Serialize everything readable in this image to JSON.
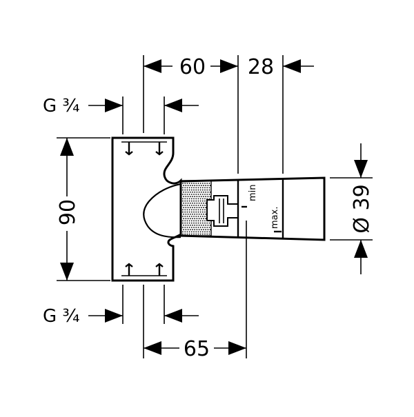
{
  "dimensions": {
    "width_top": "60",
    "offset_top": "28",
    "thread_top": "G ¾",
    "height": "90",
    "diameter": "Ø 39",
    "thread_bottom": "G ¾",
    "width_bottom": "65"
  },
  "markings": {
    "min": "min",
    "max": "max."
  }
}
